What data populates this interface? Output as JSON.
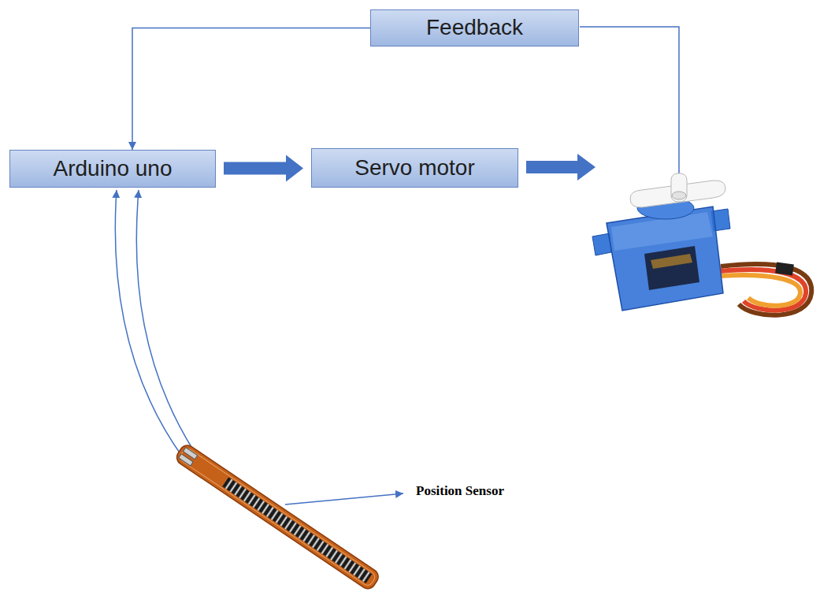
{
  "diagram": {
    "nodes": [
      {
        "text": [
          "Feedback"
        ]
      },
      {
        "text": [
          "Arduino uno"
        ]
      },
      {
        "text": [
          "Servo motor"
        ]
      }
    ],
    "edges": [
      {
        "from": 1,
        "to": 2,
        "arrow": "to"
      },
      {
        "from": 0,
        "to": 1,
        "arrow": "to"
      }
    ],
    "labels": [
      "Position Sensor"
    ]
  }
}
